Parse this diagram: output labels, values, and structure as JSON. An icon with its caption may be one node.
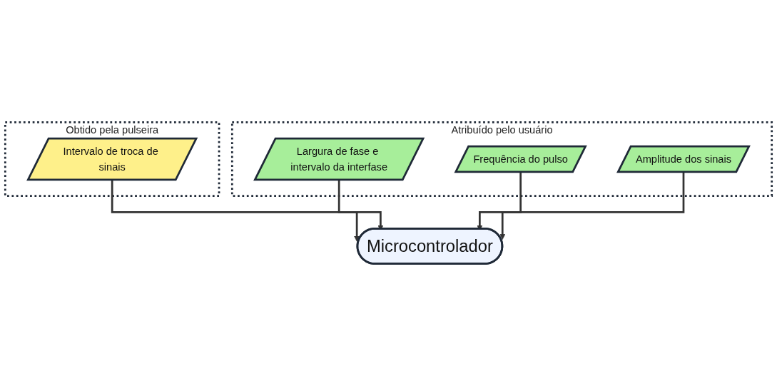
{
  "diagram": {
    "nodes": [
      {
        "text": [
          "Obtido pela pulseira"
        ]
      },
      {
        "text": [
          "Intervalo de troca de sinais"
        ],
        "in": 0
      },
      {
        "text": [
          "Atribuído pelo usuário"
        ]
      },
      {
        "text": [
          "Largura de fase e intervalo da interfase"
        ],
        "in": 2
      },
      {
        "text": [
          "Frequência do pulso"
        ],
        "in": 2
      },
      {
        "text": [
          "Amplitude dos sinais"
        ],
        "in": 2
      },
      {
        "text": [
          "Microcontrolador"
        ]
      }
    ],
    "edges": [
      {
        "from": 1,
        "to": 6,
        "arrow": "to"
      },
      {
        "from": 3,
        "to": 6,
        "arrow": "to"
      },
      {
        "from": 4,
        "to": 6,
        "arrow": "to"
      },
      {
        "from": 5,
        "to": 6,
        "arrow": "to"
      }
    ]
  }
}
